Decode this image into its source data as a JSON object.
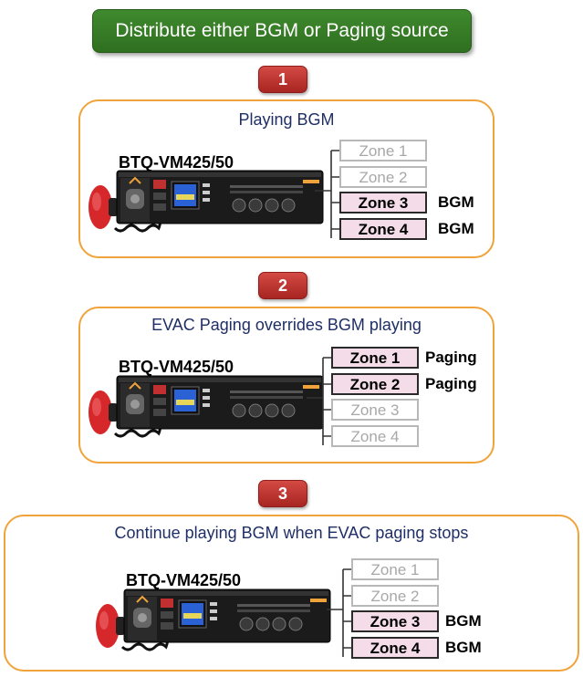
{
  "header": {
    "title": "Distribute either BGM or Paging source"
  },
  "colors": {
    "title_bg": "#3a7f28",
    "badge": "#c0332e",
    "panel_border": "#f0a33a",
    "active_zone": "#f4dce9",
    "panel_title": "#1f2f66"
  },
  "steps": [
    {
      "number": "1",
      "title": "Playing BGM",
      "model": "BTQ-VM425/50",
      "zones": [
        {
          "label": "Zone 1",
          "state": "inactive",
          "tag": ""
        },
        {
          "label": "Zone 2",
          "state": "inactive",
          "tag": ""
        },
        {
          "label": "Zone 3",
          "state": "active",
          "tag": "BGM"
        },
        {
          "label": "Zone 4",
          "state": "active",
          "tag": "BGM"
        }
      ]
    },
    {
      "number": "2",
      "title": "EVAC Paging overrides BGM playing",
      "model": "BTQ-VM425/50",
      "zones": [
        {
          "label": "Zone 1",
          "state": "active",
          "tag": "Paging"
        },
        {
          "label": "Zone 2",
          "state": "active",
          "tag": "Paging"
        },
        {
          "label": "Zone 3",
          "state": "inactive",
          "tag": ""
        },
        {
          "label": "Zone 4",
          "state": "inactive",
          "tag": ""
        }
      ]
    },
    {
      "number": "3",
      "title": "Continue playing BGM when EVAC paging stops",
      "model": "BTQ-VM425/50",
      "zones": [
        {
          "label": "Zone 1",
          "state": "inactive",
          "tag": ""
        },
        {
          "label": "Zone 2",
          "state": "inactive",
          "tag": ""
        },
        {
          "label": "Zone 3",
          "state": "active",
          "tag": "BGM"
        },
        {
          "label": "Zone 4",
          "state": "active",
          "tag": "BGM"
        }
      ]
    }
  ]
}
